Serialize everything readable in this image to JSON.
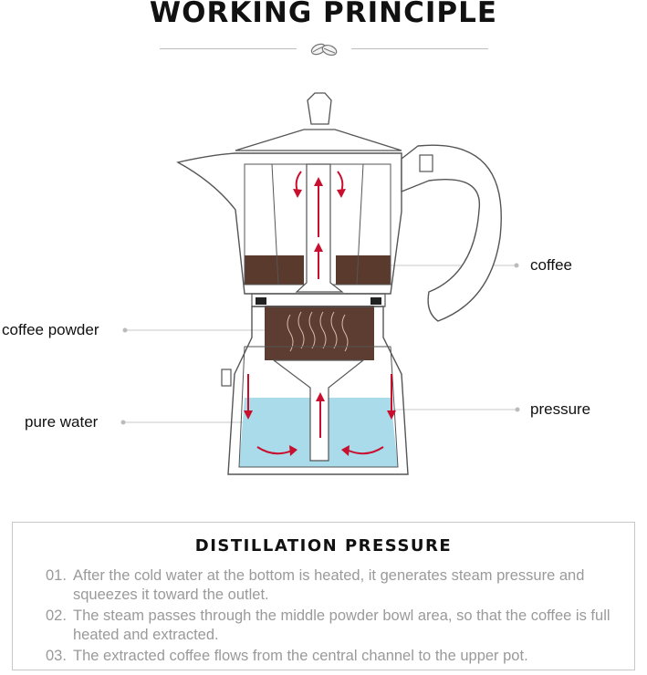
{
  "header": {
    "title": "WORKING PRINCIPLE"
  },
  "labels": {
    "coffee": "coffee",
    "coffee_powder": "coffee powder",
    "pressure": "pressure",
    "pure_water": "pure water"
  },
  "panel": {
    "title": "DISTILLATION PRESSURE",
    "steps": [
      {
        "num": "01.",
        "text": "After the cold water at the bottom is heated, it generates steam pressure and squeezes it toward the outlet."
      },
      {
        "num": "02.",
        "text": "The steam passes through the middle powder bowl area, so that the coffee is full heated and extracted."
      },
      {
        "num": "03.",
        "text": "The extracted coffee flows from the central channel to the upper pot."
      }
    ]
  },
  "colors": {
    "coffee": "#5b3a2e",
    "powder": "#5d3d31",
    "water": "#a9dbea",
    "arrow": "#c8102e",
    "outline": "#555555",
    "leader": "#c8c8c8"
  },
  "icons": {
    "divider": "coffee-beans-icon",
    "arrows": "red-flow-arrow-icon"
  }
}
